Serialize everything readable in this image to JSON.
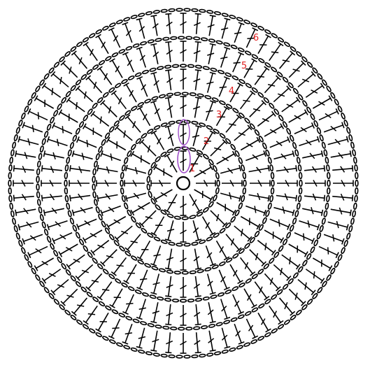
{
  "diagram": {
    "type": "crochet-circle-chart",
    "rounds": [
      {
        "label": "1",
        "stitches": 12
      },
      {
        "label": "2",
        "stitches": 24
      },
      {
        "label": "3",
        "stitches": 36
      },
      {
        "label": "4",
        "stitches": 48
      },
      {
        "label": "5",
        "stitches": 60
      },
      {
        "label": "6",
        "stitches": 72
      }
    ],
    "colors": {
      "stitch": "#000000",
      "round_label": "#e02020",
      "highlight_ring": "#a050c8"
    },
    "symbols": {
      "center": "magic-ring",
      "round_chain": "chain-stitch",
      "stitch": "double-crochet"
    }
  }
}
